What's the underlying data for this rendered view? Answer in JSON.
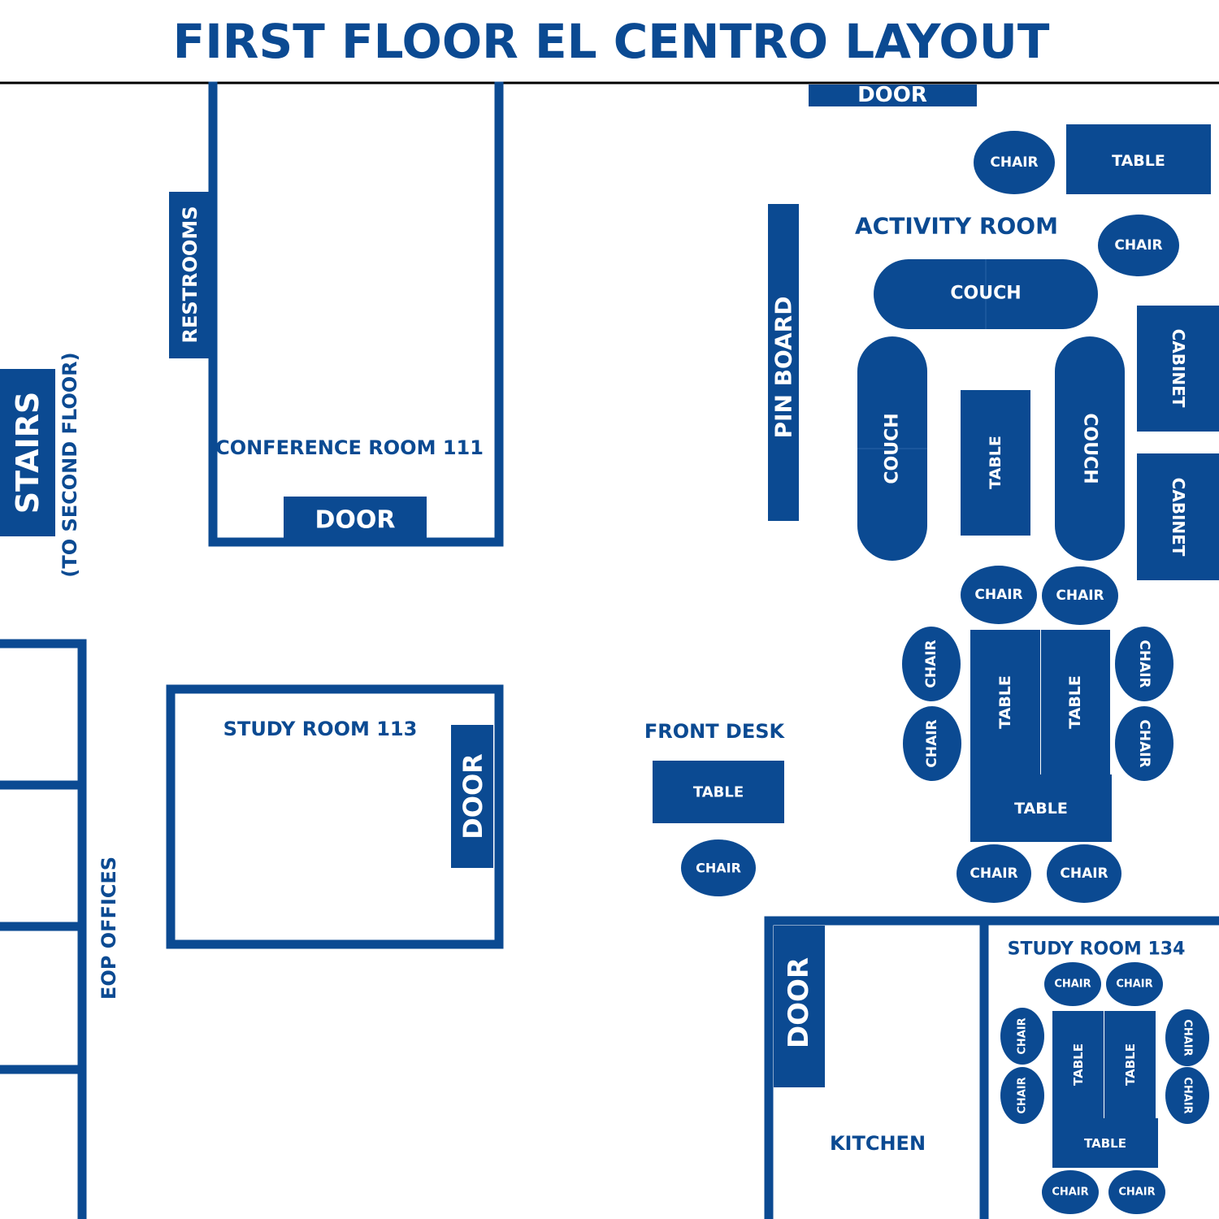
{
  "title": "FIRST FLOOR EL CENTRO LAYOUT",
  "colors": {
    "primary": "#0b4a92",
    "background": "#ffffff",
    "text_on_primary": "#ffffff",
    "title_rule": "#000000"
  },
  "labels": {
    "conference_room": "CONFERENCE ROOM 111",
    "study_room_113": "STUDY ROOM 113",
    "front_desk": "FRONT DESK",
    "activity_room": "ACTIVITY ROOM",
    "kitchen": "KITCHEN",
    "study_room_134": "STUDY ROOM 134",
    "eop_offices": "EOP OFFICES",
    "stairs_note": "(TO SECOND FLOOR)"
  },
  "fixtures": {
    "stairs": "STAIRS",
    "restrooms": "RESTROOMS",
    "pin_board": "PIN BOARD",
    "cabinet_1": "CABINET",
    "cabinet_2": "CABINET",
    "door_entrance": "DOOR",
    "door_conference": "DOOR",
    "door_study_113": "DOOR",
    "door_kitchen": "DOOR"
  },
  "furniture": {
    "chair": "CHAIR",
    "table": "TABLE",
    "couch": "COUCH"
  }
}
